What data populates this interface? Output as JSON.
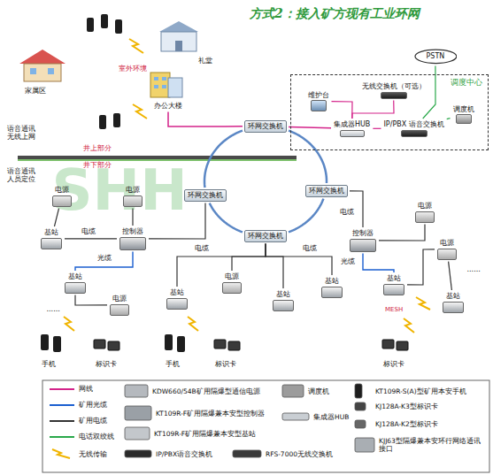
{
  "diagram": {
    "title": "方式2：接入矿方现有工业环网",
    "nodes": [
      {
        "text": [
          "PSTN"
        ]
      },
      {
        "text": [
          "调度中心"
        ]
      },
      {
        "text": [
          "维护台"
        ],
        "in": 1
      },
      {
        "text": [
          "无线交换机（可选）"
        ],
        "in": 1
      },
      {
        "text": [
          "集成器HUB"
        ],
        "in": 1
      },
      {
        "text": [
          "IP/PBX 语音交换机"
        ],
        "in": 1
      },
      {
        "text": [
          "调度机"
        ],
        "in": 1
      },
      {
        "text": [
          "环网交换机"
        ]
      },
      {
        "text": [
          "环网交换机"
        ]
      },
      {
        "text": [
          "环网交换机"
        ]
      },
      {
        "text": [
          "环网交换机"
        ]
      },
      {
        "text": [
          "办公大楼"
        ]
      },
      {
        "text": [
          "电源"
        ]
      },
      {
        "text": [
          "电源"
        ]
      },
      {
        "text": [
          "基站"
        ]
      },
      {
        "text": [
          "控制器"
        ]
      },
      {
        "text": [
          "基站"
        ]
      },
      {
        "text": [
          "电源"
        ]
      },
      {
        "text": [
          "基站"
        ]
      },
      {
        "text": [
          "电源"
        ]
      },
      {
        "text": [
          "基站"
        ]
      },
      {
        "text": [
          "基站"
        ]
      },
      {
        "text": [
          "控制器"
        ]
      },
      {
        "text": [
          "电源"
        ]
      },
      {
        "text": [
          "基站"
        ]
      },
      {
        "text": [
          "电源"
        ]
      },
      {
        "text": [
          "基站"
        ]
      }
    ],
    "edges": [
      {
        "from": 7,
        "to": 8,
        "arrow": "none"
      },
      {
        "from": 8,
        "to": 10,
        "arrow": "none"
      },
      {
        "from": 10,
        "to": 9,
        "arrow": "none"
      },
      {
        "from": 9,
        "to": 7,
        "arrow": "none"
      },
      {
        "from": 11,
        "to": 7,
        "arrow": "none"
      },
      {
        "from": 7,
        "to": 4,
        "arrow": "none"
      },
      {
        "from": 4,
        "to": 2,
        "arrow": "none"
      },
      {
        "from": 4,
        "to": 3,
        "arrow": "none"
      },
      {
        "from": 4,
        "to": 5,
        "arrow": "none"
      },
      {
        "from": 5,
        "to": 6,
        "arrow": "none"
      },
      {
        "from": 5,
        "to": 0,
        "arrow": "none"
      },
      {
        "from": 8,
        "to": 15,
        "arrow": "none"
      },
      {
        "from": 15,
        "to": 13,
        "arrow": "none"
      },
      {
        "from": 12,
        "to": 14,
        "arrow": "none"
      },
      {
        "from": 15,
        "to": 14,
        "arrow": "none"
      },
      {
        "from": 15,
        "to": 16,
        "arrow": "none"
      },
      {
        "from": 16,
        "to": 17,
        "arrow": "none"
      },
      {
        "from": 10,
        "to": 18,
        "arrow": "none"
      },
      {
        "from": 10,
        "to": 19,
        "arrow": "none"
      },
      {
        "from": 10,
        "to": 20,
        "arrow": "none"
      },
      {
        "from": 10,
        "to": 21,
        "arrow": "none"
      },
      {
        "from": 9,
        "to": 22,
        "arrow": "none"
      },
      {
        "from": 22,
        "to": 23,
        "arrow": "none"
      },
      {
        "from": 22,
        "to": 24,
        "arrow": "none"
      },
      {
        "from": 24,
        "to": 25,
        "arrow": "none"
      },
      {
        "from": 25,
        "to": 26,
        "arrow": "none"
      }
    ],
    "labels": [
      "家属区",
      "礼堂",
      "室外环境",
      "语音通讯 无线上网",
      "井上部分",
      "井下部分",
      "语音通讯 人员定位",
      "电缆",
      "电缆",
      "电缆",
      "电缆",
      "光缆",
      "光缆",
      "......",
      "......",
      "MESH",
      "手机",
      "标识卡",
      "手机",
      "标识卡",
      "标识卡",
      "SHH"
    ],
    "legend": [
      {
        "text": "网线"
      },
      {
        "text": "矿用光缆"
      },
      {
        "text": "矿用电缆"
      },
      {
        "text": "电话双绞线"
      },
      {
        "text": "无线传输"
      },
      {
        "text": "KDW660/54B矿用隔爆型通信电源"
      },
      {
        "text": "KT109R-F矿用隔爆兼本安型控制器"
      },
      {
        "text": "KT109R-F矿用隔爆兼本安型基站"
      },
      {
        "text": "IP/PBX语音交换机"
      },
      {
        "text": "调度机"
      },
      {
        "text": "集成器HUB"
      },
      {
        "text": "RFS-7000无线交换机"
      },
      {
        "text": "KT109R-S(A)型矿用本安手机"
      },
      {
        "text": "KJ128A-K3型标识卡"
      },
      {
        "text": "KJ128A-K2型标识卡"
      },
      {
        "text": "KJJ63型隔爆兼本安环行网络通讯接口"
      }
    ]
  }
}
